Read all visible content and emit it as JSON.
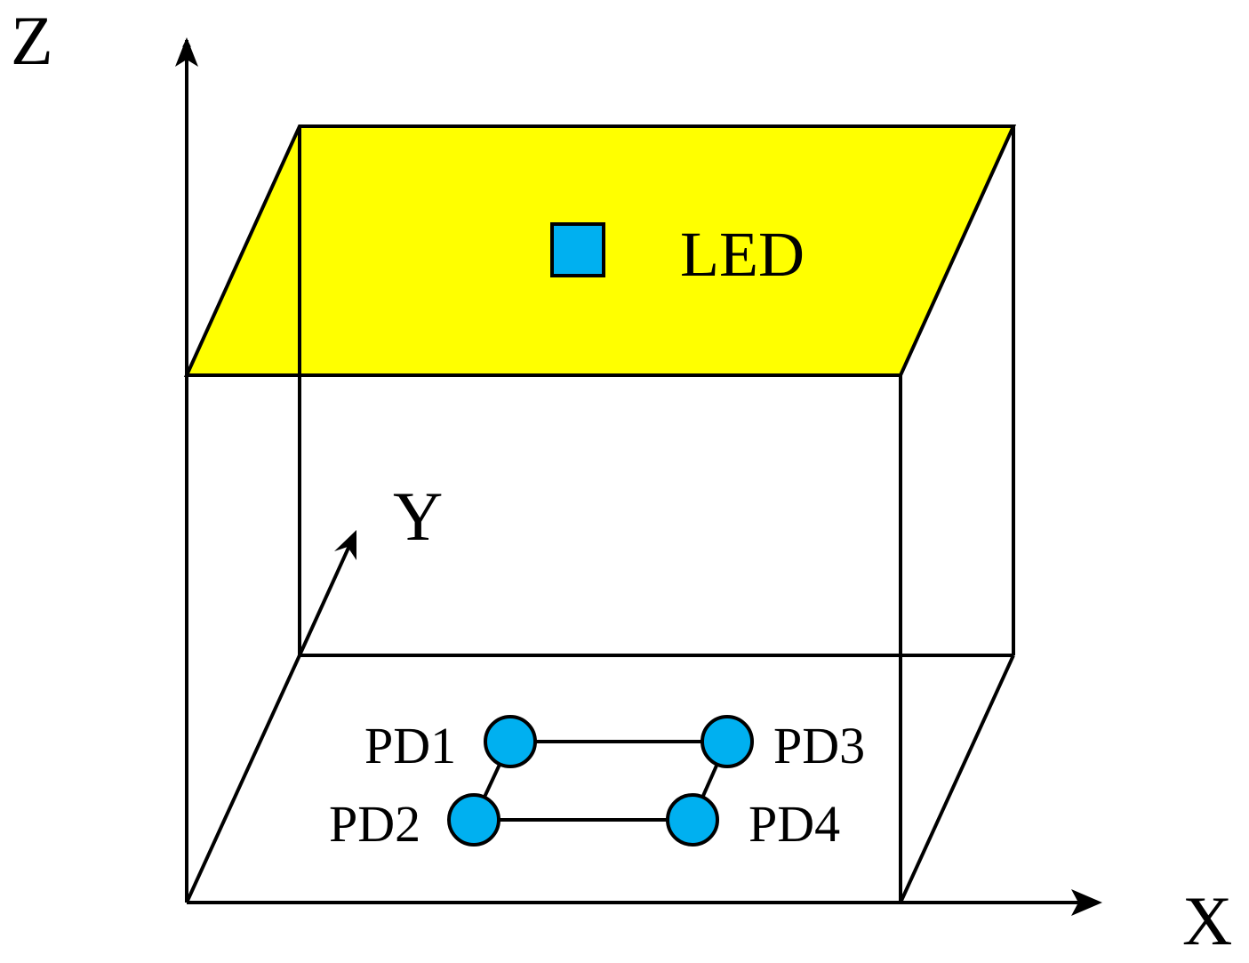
{
  "axes": {
    "x_label": "X",
    "y_label": "Y",
    "z_label": "Z"
  },
  "led": {
    "label": "LED",
    "color": "#00B0F0"
  },
  "ceiling": {
    "color": "#FFFF00"
  },
  "photodiodes": [
    {
      "label": "PD1"
    },
    {
      "label": "PD2"
    },
    {
      "label": "PD3"
    },
    {
      "label": "PD4"
    }
  ],
  "pd_color": "#00B0F0"
}
